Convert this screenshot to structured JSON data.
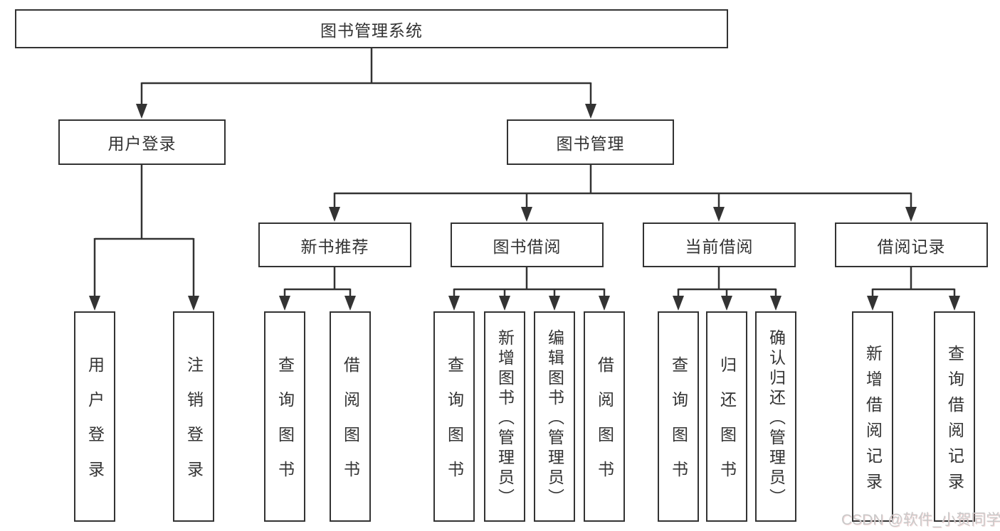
{
  "colors": {
    "line": "#333333",
    "box-bg": "#ffffff",
    "text": "#333333",
    "watermark": "#c9c9c9"
  },
  "watermark": {
    "text": "CSDN @软件_小贺同学"
  },
  "diagram": {
    "root": {
      "label": "图书管理系统"
    },
    "branches": [
      {
        "label": "用户登录",
        "children": [
          {
            "label": "用户登录"
          },
          {
            "label": "注销登录"
          }
        ]
      },
      {
        "label": "图书管理",
        "children": [
          {
            "label": "新书推荐",
            "children": [
              {
                "label": "查询图书"
              },
              {
                "label": "借阅图书"
              }
            ]
          },
          {
            "label": "图书借阅",
            "children": [
              {
                "label": "查询图书"
              },
              {
                "label": "新增图书（管理员）"
              },
              {
                "label": "编辑图书（管理员）"
              },
              {
                "label": "借阅图书"
              }
            ]
          },
          {
            "label": "当前借阅",
            "children": [
              {
                "label": "查询图书"
              },
              {
                "label": "归还图书"
              },
              {
                "label": "确认归还（管理员）"
              }
            ]
          },
          {
            "label": "借阅记录",
            "children": [
              {
                "label": "新增借阅记录"
              },
              {
                "label": "查询借阅记录"
              }
            ]
          }
        ]
      }
    ]
  }
}
